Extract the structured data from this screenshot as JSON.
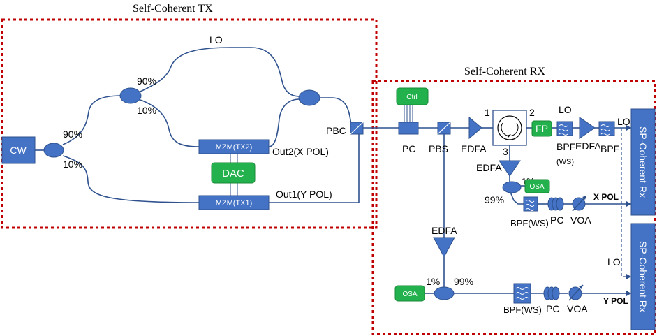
{
  "titles": {
    "tx": "Self-Coherent TX",
    "rx": "Self-Coherent RX"
  },
  "tx": {
    "cw": "CW",
    "split_top": "90%",
    "split_bottom": "10%",
    "lo_split_top": "90%",
    "lo_split_bottom": "10%",
    "lo": "LO",
    "mzm_tx2": "MZM(TX2)",
    "mzm_tx1": "MZM(TX1)",
    "dac": "DAC",
    "out2": "Out2(X POL)",
    "out1": "Out1(Y POL)",
    "pbc": "PBC"
  },
  "rx": {
    "ctrl": "Ctrl",
    "pc_main": "PC",
    "pbs": "PBS",
    "edfa_main": "EDFA",
    "circ_port1": "1",
    "circ_port2": "2",
    "circ_port3": "3",
    "fp": "FP",
    "lo_top": "LO",
    "bpf_ws_top": "BPF",
    "ws_top": "(WS)",
    "edfa_top": "EDFA",
    "bpf_top": "BPF",
    "lo_top_right": "LO",
    "edfa_drop": "EDFA",
    "x_tap_1": "1%",
    "x_tap_99": "99%",
    "osa_x": "OSA",
    "bpf_ws_x": "BPF(WS)",
    "pc_x": "PC",
    "voa_x": "VOA",
    "x_pol": "X POL",
    "edfa_y": "EDFA",
    "osa_y": "OSA",
    "y_tap_1": "1%",
    "y_tap_99": "99%",
    "bpf_ws_y": "BPF(WS)",
    "pc_y": "PC",
    "voa_y": "VOA",
    "y_pol": "Y POL",
    "lo_y": "LO",
    "rx_top": "SP-Coherent Rx",
    "rx_bottom": "SP-Coherent Rx"
  },
  "colors": {
    "block": "#4472c4",
    "green": "#22b14c",
    "frame": "#c00000"
  }
}
